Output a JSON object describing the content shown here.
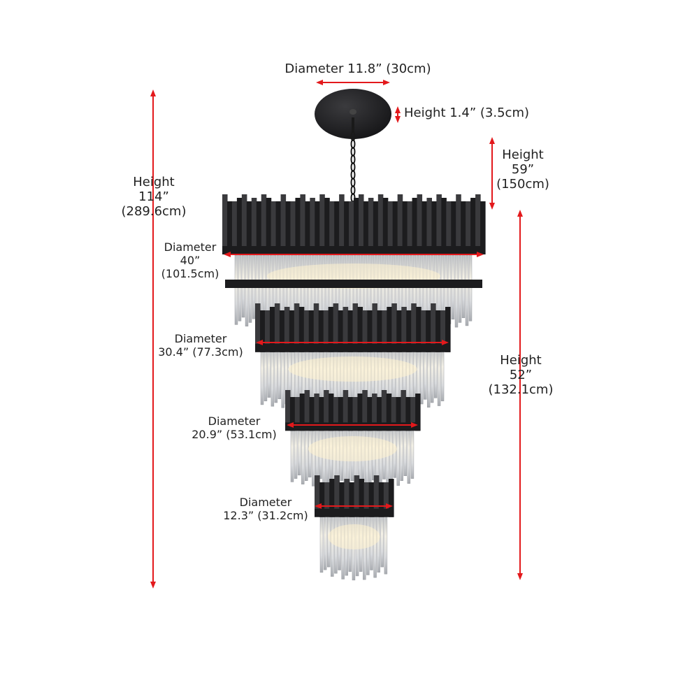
{
  "colors": {
    "arrow": "#e3191c",
    "metal": "#1c1c1e",
    "metal_highlight": "#3a3a3d",
    "crystal": "#d7d9dc",
    "crystal_edge": "#8e9196",
    "glow": "#fff3cf"
  },
  "dimensions": {
    "canopy_diameter": "Diameter 11.8”  (30cm)",
    "canopy_height": "Height  1.4”  (3.5cm)",
    "overall_height": [
      "Height",
      "114”",
      "(289.6cm)"
    ],
    "chain_height": [
      "Height",
      "59”",
      "(150cm)"
    ],
    "body_height": [
      "Height",
      "52”",
      "(132.1cm)"
    ],
    "tier1": [
      "Diameter",
      "40”",
      "(101.5cm)"
    ],
    "tier2": [
      "Diameter",
      "30.4”  (77.3cm)"
    ],
    "tier3": [
      "Diameter",
      "20.9”  (53.1cm)"
    ],
    "tier4": [
      "Diameter",
      "12.3”  (31.2cm)"
    ]
  }
}
